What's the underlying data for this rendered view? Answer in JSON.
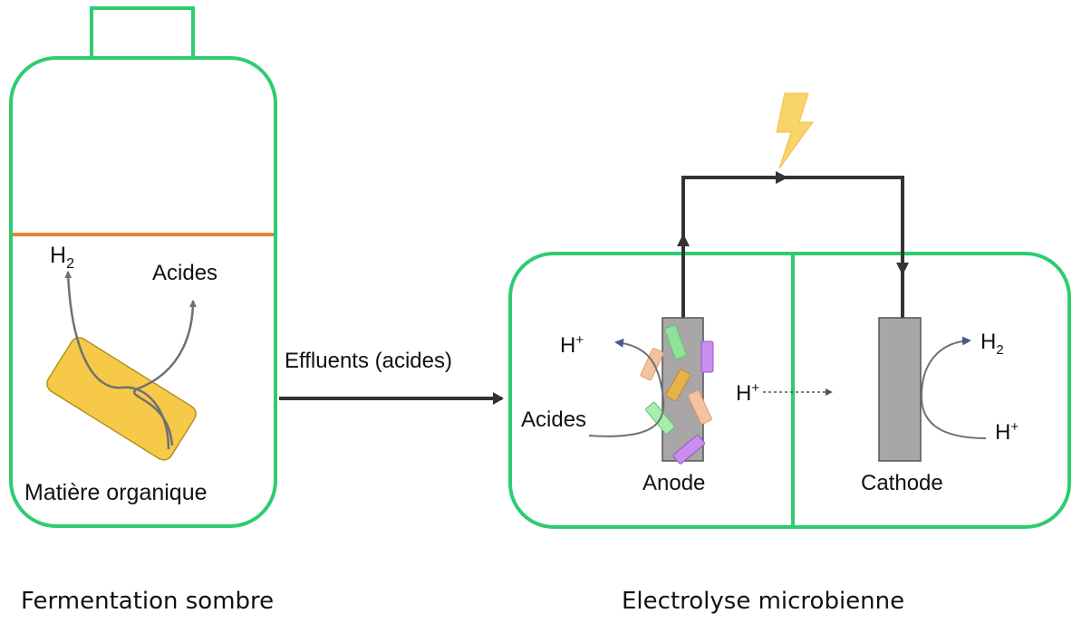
{
  "fermentation": {
    "h2_label": "H",
    "h2_sub": "2",
    "acids_label": "Acides",
    "organic_label": "Matière organique",
    "caption": "Fermentation sombre"
  },
  "flow": {
    "label": "Effluents (acides)"
  },
  "electrolysis": {
    "anode_proton_label": "H",
    "anode_proton_sup": "+",
    "anode_acids_label": "Acides",
    "anode_label": "Anode",
    "membrane_proton_label": "H",
    "membrane_proton_sup": "+",
    "cathode_h2_label": "H",
    "cathode_h2_sub": "2",
    "cathode_proton_label": "H",
    "cathode_proton_sup": "+",
    "cathode_label": "Cathode",
    "caption": "Electrolyse microbienne"
  },
  "colors": {
    "vessel_outline": "#2ecc71",
    "liquid_line": "#f07f2f",
    "organic_matter": "#f7c948",
    "electrode": "#a8a6a6",
    "wire": "#333333",
    "lightning": "#f9d46a"
  }
}
